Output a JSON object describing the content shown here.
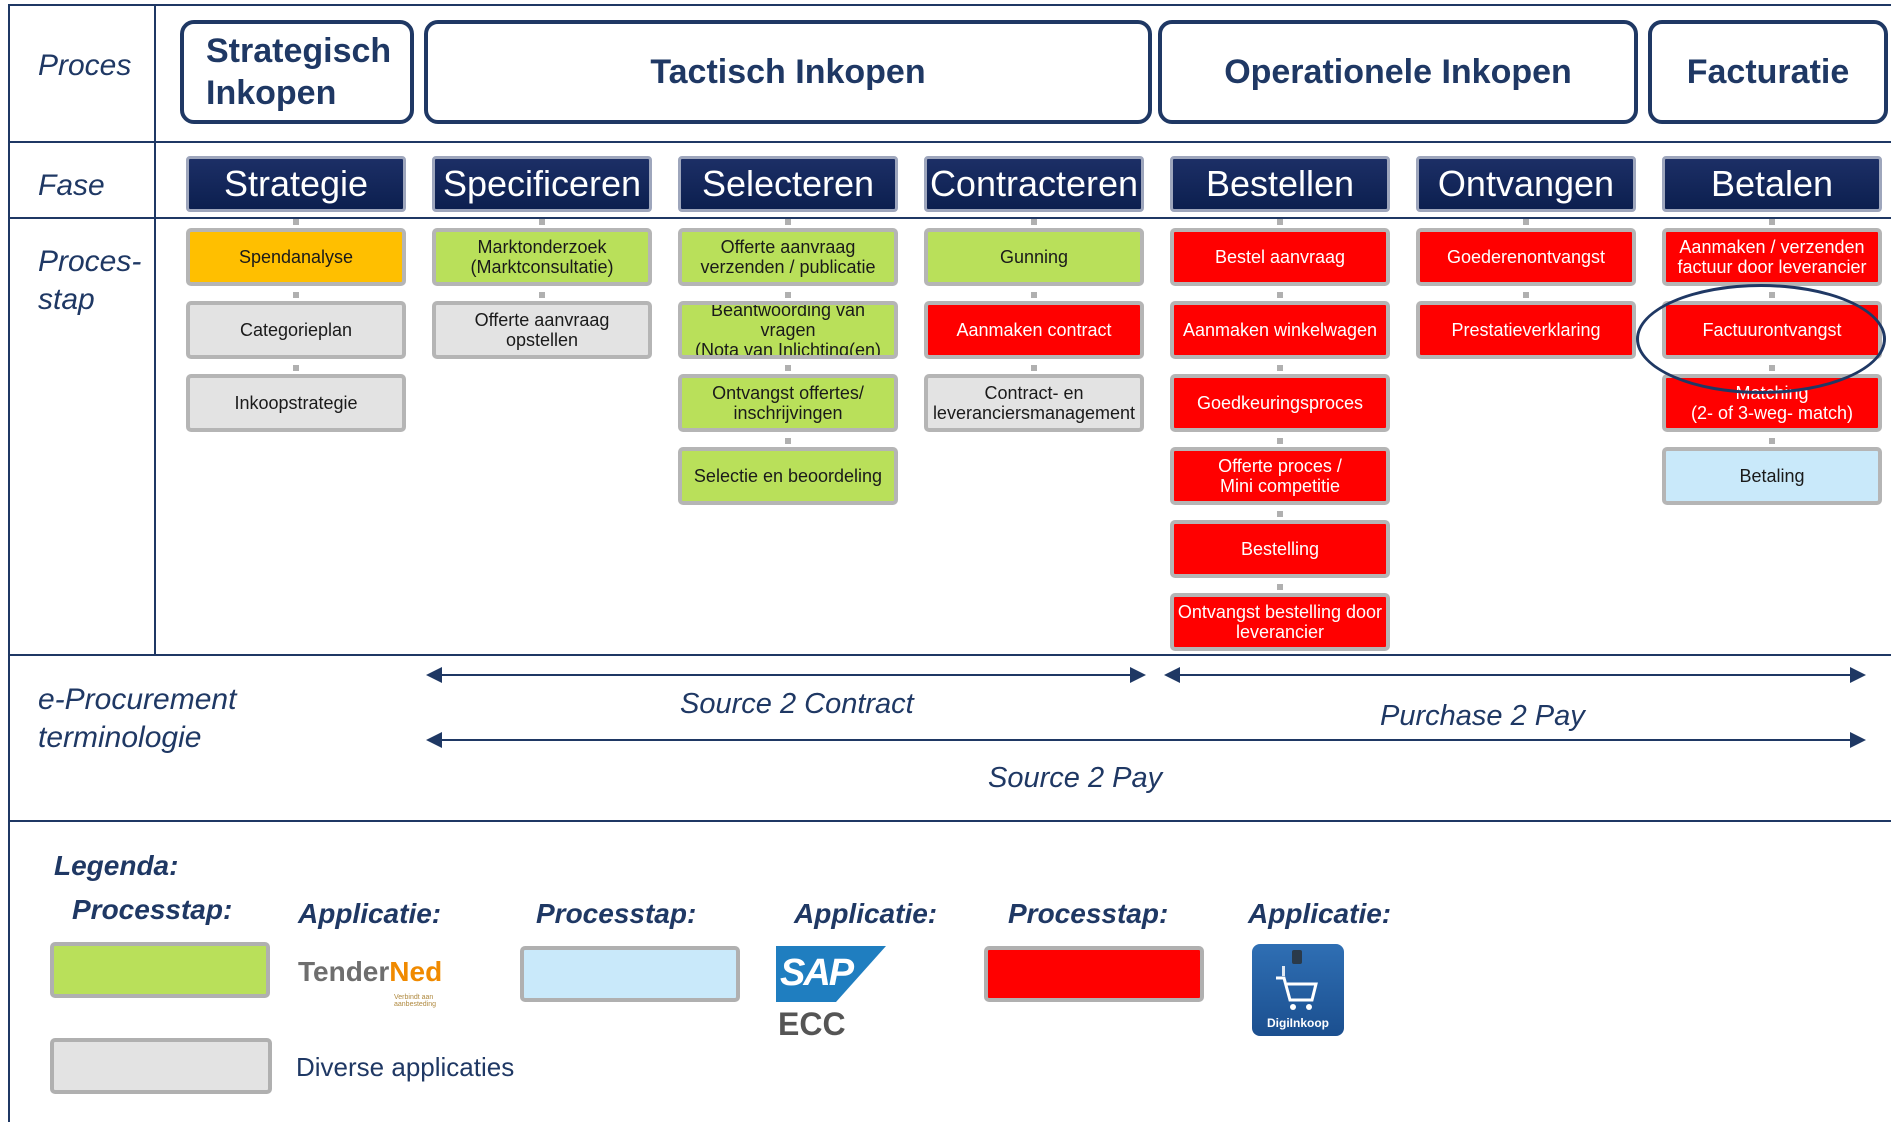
{
  "colors": {
    "navy": "#1f3864",
    "green": "#b9e05a",
    "gray": "#e3e3e3",
    "red": "#ff0000",
    "lightblue": "#c9e9fa",
    "orange": "#ffbf00"
  },
  "rows": {
    "proces": "Proces",
    "fase": "Fase",
    "processtap_1": "Proces-",
    "processtap_2": "stap",
    "eproc_1": "e-Procurement",
    "eproc_2": "terminologie"
  },
  "processes": {
    "strategisch_1": "Strategisch",
    "strategisch_2": "Inkopen",
    "tactisch": "Tactisch Inkopen",
    "operationele": "Operationele Inkopen",
    "facturatie": "Facturatie"
  },
  "phases": [
    "Strategie",
    "Specificeren",
    "Selecteren",
    "Contracteren",
    "Bestellen",
    "Ontvangen",
    "Betalen"
  ],
  "steps": [
    [
      "Spendanalyse",
      "Categorieplan",
      "Inkoopstrategie"
    ],
    [
      "Marktonderzoek\n(Marktconsultatie)",
      "Offerte aanvraag opstellen"
    ],
    [
      "Offerte aanvraag\nverzenden / publicatie",
      "Beantwoording van vragen\n(Nota van Inlichting(en)",
      "Ontvangst offertes/\ninschrijvingen",
      "Selectie en beoordeling"
    ],
    [
      "Gunning",
      "Aanmaken contract",
      "Contract- en\nleveranciersmanagement"
    ],
    [
      "Bestel aanvraag",
      "Aanmaken winkelwagen",
      "Goedkeuringsproces",
      "Offerte proces /\nMini competitie",
      "Bestelling",
      "Ontvangst bestelling door\nleverancier"
    ],
    [
      "Goederenontvangst",
      "Prestatieverklaring"
    ],
    [
      "Aanmaken / verzenden\nfactuur door leverancier",
      "Factuurontvangst",
      "Matching\n(2- of 3-weg- match)",
      "Betaling"
    ]
  ],
  "step_colors": [
    [
      "orange",
      "gray",
      "gray"
    ],
    [
      "green",
      "gray"
    ],
    [
      "green",
      "green",
      "green",
      "green"
    ],
    [
      "green",
      "red",
      "gray"
    ],
    [
      "red",
      "red",
      "red",
      "red",
      "red",
      "red"
    ],
    [
      "red",
      "red"
    ],
    [
      "red",
      "red",
      "red",
      "lightblue"
    ]
  ],
  "terminology": {
    "source2contract": "Source 2 Contract",
    "purchase2pay": "Purchase 2 Pay",
    "source2pay": "Source 2 Pay"
  },
  "legend": {
    "title": "Legenda:",
    "processtap": "Processtap:",
    "applicatie_1": "Applicatie:",
    "applicatie": "Applicatie:",
    "diverse": "Diverse applicaties",
    "logos": {
      "tenderned_1": "Tender",
      "tenderned_2": "Ned",
      "tenderned_tag": "Verbindt aan aanbesteding",
      "sap": "SAP",
      "ecc": "ECC",
      "diginkoop": "DigiInkoop"
    }
  }
}
